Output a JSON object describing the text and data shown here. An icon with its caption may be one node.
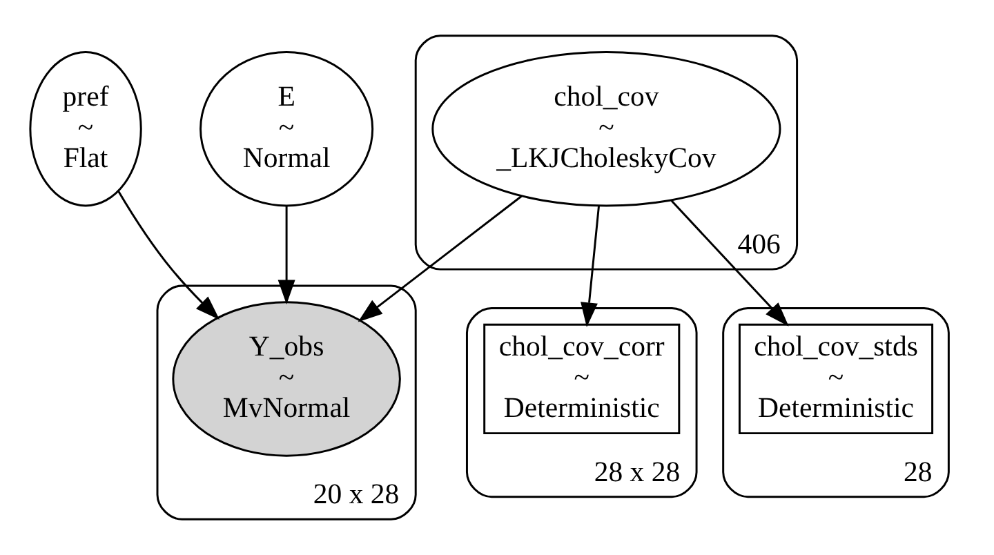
{
  "diagram": {
    "nodes": [
      {
        "text": [
          "pref ~ Flat"
        ]
      },
      {
        "text": [
          "E ~ Normal"
        ]
      },
      {
        "text": [
          "406"
        ]
      },
      {
        "text": [
          "chol_cov ~ _LKJCholeskyCov"
        ],
        "in": 2
      },
      {
        "text": [
          "20 x 28"
        ]
      },
      {
        "text": [
          "Y_obs ~ MvNormal"
        ],
        "in": 4
      },
      {
        "text": [
          "28 x 28"
        ]
      },
      {
        "text": [
          "chol_cov_corr ~ Deterministic"
        ],
        "in": 6
      },
      {
        "text": [
          "28"
        ]
      },
      {
        "text": [
          "chol_cov_stds ~ Deterministic"
        ],
        "in": 8
      }
    ],
    "edges": [
      {
        "from": 0,
        "to": 5,
        "arrow": "to"
      },
      {
        "from": 1,
        "to": 5,
        "arrow": "to"
      },
      {
        "from": 3,
        "to": 5,
        "arrow": "to"
      },
      {
        "from": 3,
        "to": 7,
        "arrow": "to"
      },
      {
        "from": 3,
        "to": 9,
        "arrow": "to"
      }
    ]
  }
}
